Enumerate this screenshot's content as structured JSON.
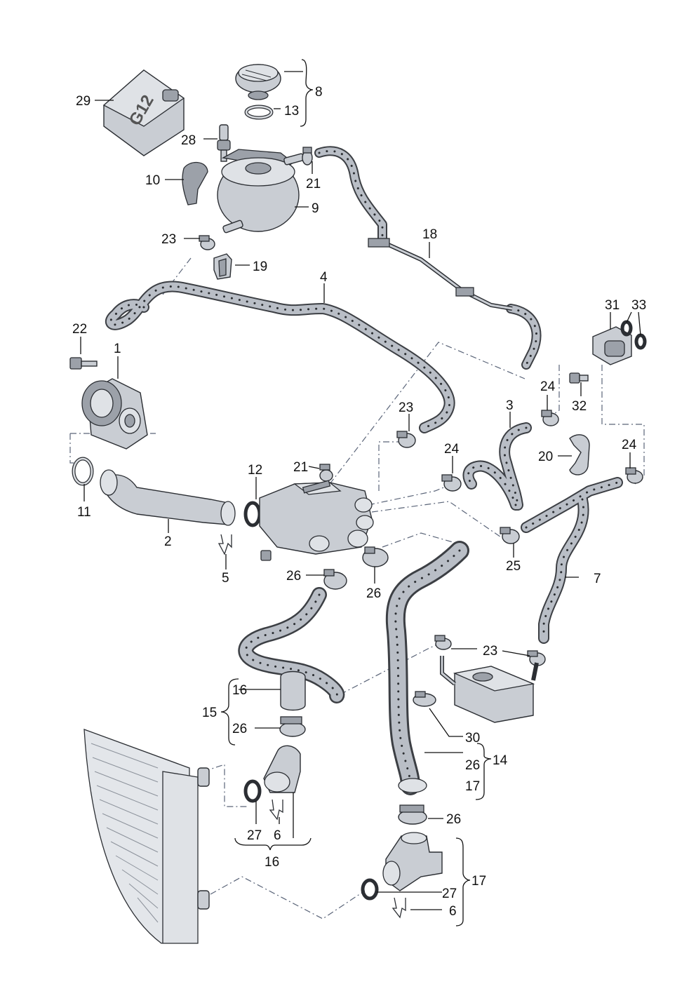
{
  "callouts": {
    "c1": "1",
    "c2": "2",
    "c3": "3",
    "c4": "4",
    "c5": "5",
    "c6a": "6",
    "c6b": "6",
    "c7": "7",
    "c8": "8",
    "c9": "9",
    "c10": "10",
    "c11": "11",
    "c12": "12",
    "c13": "13",
    "c14": "14",
    "c15": "15",
    "c16a": "16",
    "c16b": "16",
    "c17a": "17",
    "c17b": "17",
    "c18": "18",
    "c19": "19",
    "c20": "20",
    "c21a": "21",
    "c21b": "21",
    "c22": "22",
    "c23a": "23",
    "c23b": "23",
    "c23c": "23",
    "c24a": "24",
    "c24b": "24",
    "c24c": "24",
    "c25": "25",
    "c26a": "26",
    "c26b": "26",
    "c26c": "26",
    "c26d": "26",
    "c26e": "26",
    "c27a": "27",
    "c27b": "27",
    "c28": "28",
    "c29": "29",
    "c30": "30",
    "c31": "31",
    "c32": "32",
    "c33": "33"
  },
  "labels": {
    "canister_marking": "G12"
  },
  "colors": {
    "part_fill": "#c9cdd3",
    "outline": "#2b2e33",
    "dash_line": "#5a6478"
  }
}
